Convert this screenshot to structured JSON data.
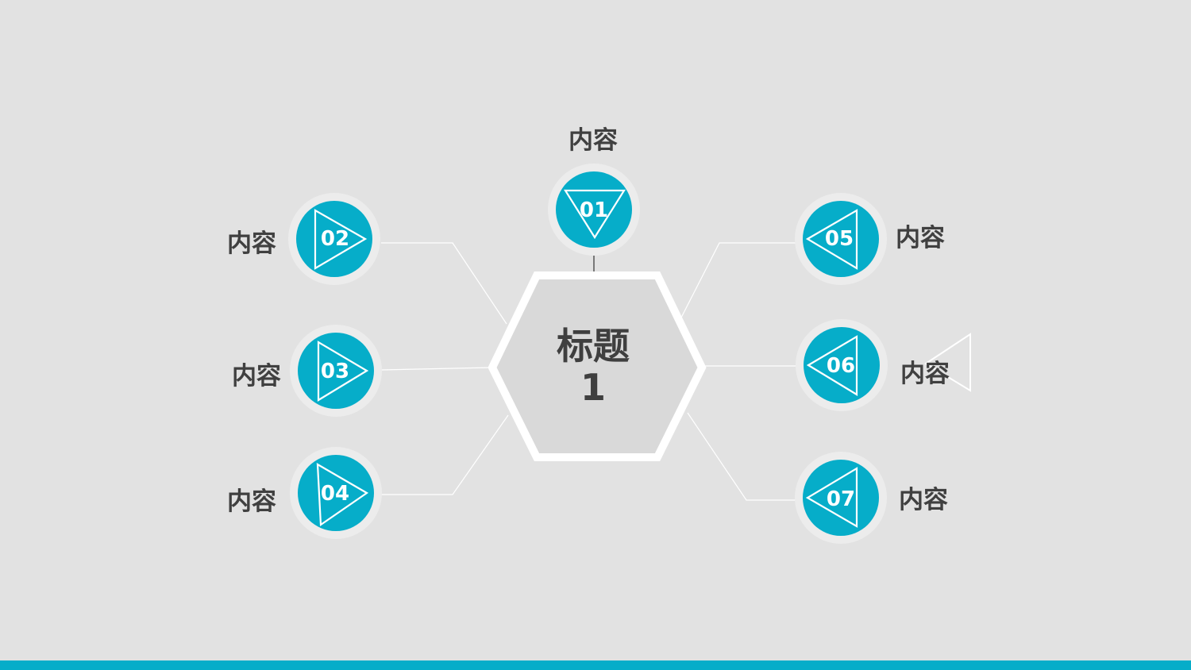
{
  "title": {
    "line1": "标题",
    "line2": "1"
  },
  "nodes": [
    {
      "id": "01",
      "label": "内容"
    },
    {
      "id": "02",
      "label": "内容"
    },
    {
      "id": "03",
      "label": "内容"
    },
    {
      "id": "04",
      "label": "内容"
    },
    {
      "id": "05",
      "label": "内容"
    },
    {
      "id": "06",
      "label": "内容"
    },
    {
      "id": "07",
      "label": "内容"
    }
  ],
  "colors": {
    "background": "#e2e2e2",
    "accent": "#06adc9",
    "ring": "#ececec",
    "hexagon_fill": "#d9d9d9",
    "hexagon_border": "#ffffff",
    "text": "#404040"
  },
  "icons": [
    "triangle-down-icon",
    "triangle-right-icon",
    "triangle-left-icon"
  ]
}
